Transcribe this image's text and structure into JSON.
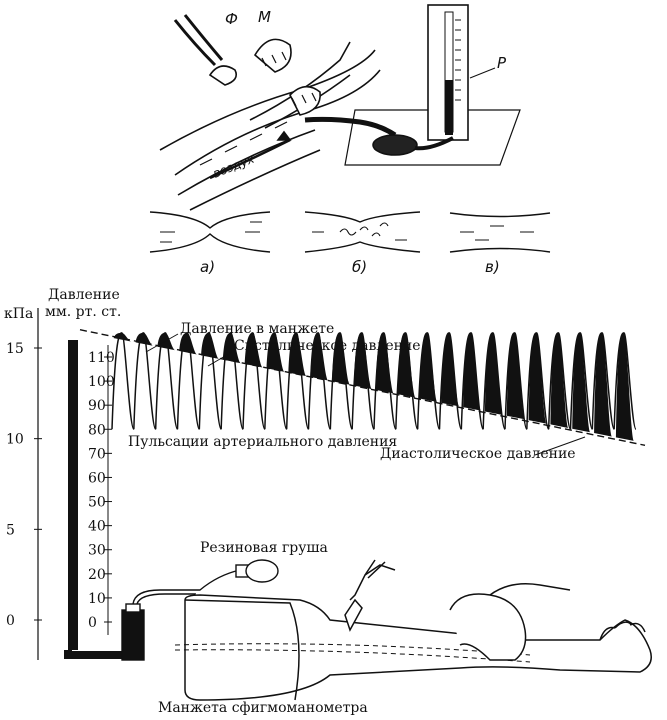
{
  "top_figure": {
    "label_f": "Ф",
    "label_m": "М",
    "label_p": "Р",
    "label_air": "воздух",
    "sub_a": "а)",
    "sub_b": "б)",
    "sub_c": "в)"
  },
  "manometer": {
    "kpa_unit": "кПа",
    "mmhg_title_line1": "Давление",
    "mmhg_title_line2": "мм. рт. ст.",
    "kpa_ticks": [
      {
        "label": "15",
        "kpa": 15
      },
      {
        "label": "10",
        "kpa": 10
      },
      {
        "label": "5",
        "kpa": 5
      },
      {
        "label": "0",
        "kpa": 0
      }
    ],
    "mmhg_ticks": [
      "110",
      "100",
      "90",
      "80",
      "70",
      "60",
      "50",
      "40",
      "30",
      "20",
      "10",
      "0"
    ]
  },
  "labels": {
    "cuff_pressure": "Давление в манжете",
    "systolic": "Систолическое давление",
    "pulsations": "Пульсации  артериального давления",
    "diastolic": "Диастолическое давление",
    "rubber_bulb": "Резиновая груша",
    "cuff": "Манжета сфигмоманометра"
  },
  "pressure_trace": {
    "pulse_count": 24,
    "systolic_mmhg": 120,
    "diastolic_mmhg": 80,
    "cuff_start_mmhg": 118,
    "cuff_end_mmhg": 75
  }
}
